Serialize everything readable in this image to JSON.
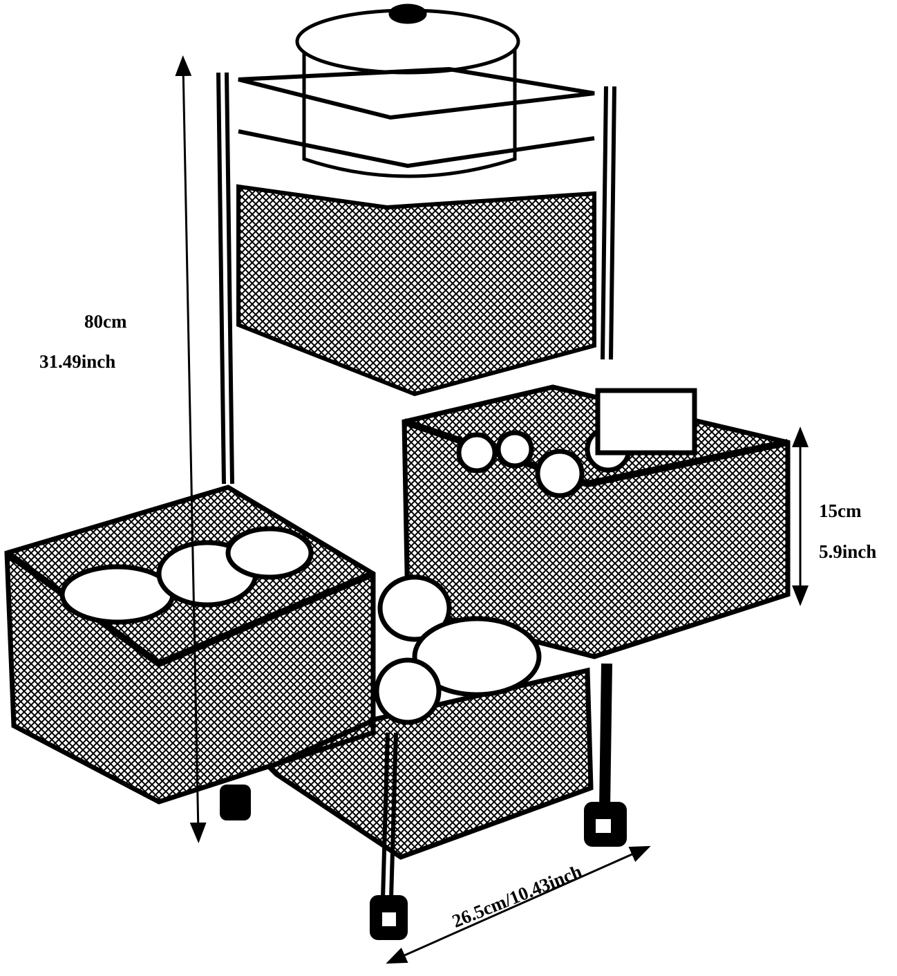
{
  "dimensions": {
    "height_cm": "80cm",
    "height_inch": "31.49inch",
    "basket_height_cm": "15cm",
    "basket_height_inch": "5.9inch",
    "width": "26.5cm/10.43inch"
  },
  "colors": {
    "line": "#000000",
    "background": "#ffffff"
  }
}
